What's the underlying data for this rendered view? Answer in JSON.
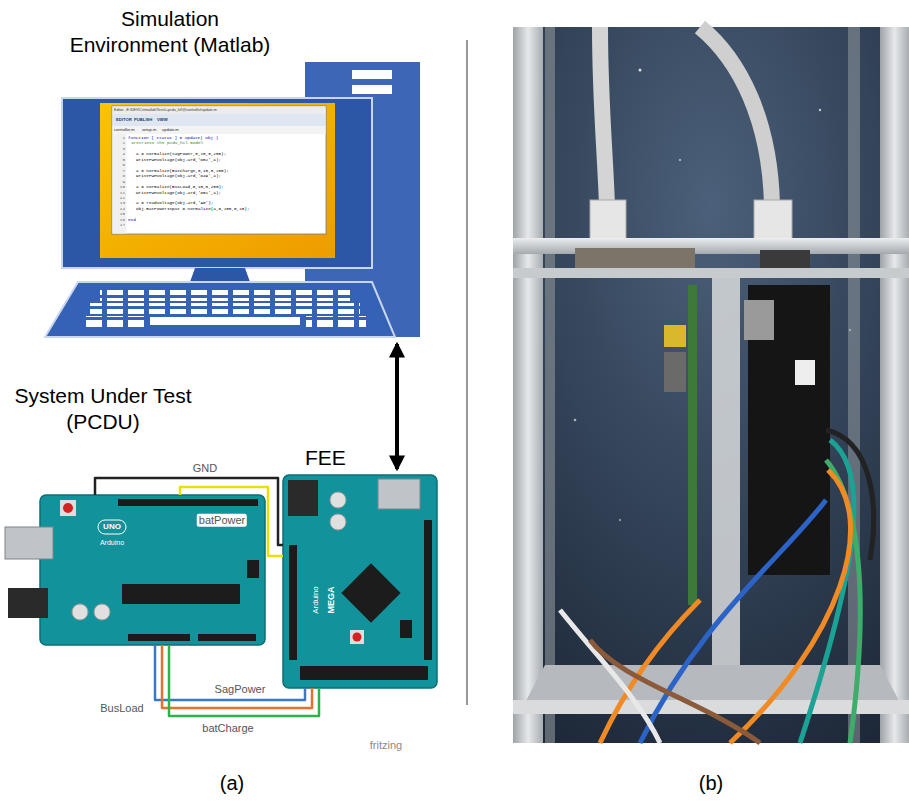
{
  "diagram": {
    "nodes": [
      {
        "text": [
          "Simulation Environment (Matlab)"
        ]
      },
      {
        "text": [
          "System Under Test (PCDU)"
        ]
      },
      {
        "text": [
          "FEE"
        ]
      }
    ],
    "edges": [
      {
        "from": 0,
        "to": 2,
        "arrow": "both"
      },
      {
        "from": 1,
        "to": 2,
        "label": "GND",
        "arrow": "none"
      },
      {
        "from": 1,
        "to": 2,
        "label": "batPower",
        "arrow": "none"
      },
      {
        "from": 1,
        "to": 2,
        "label": "SagPower",
        "arrow": "none"
      },
      {
        "from": 1,
        "to": 2,
        "label": "BusLoad",
        "arrow": "none"
      },
      {
        "from": 1,
        "to": 2,
        "label": "batCharge",
        "arrow": "none"
      }
    ],
    "labels": [
      "(a)",
      "(b)",
      "fritzing",
      "UNO",
      "Arduino",
      "Arduino",
      "MEGA",
      "Editor - E:\\DEV\\Cs\\matlab\\Tests\\+pcdu_hil\\@controller\\update.m",
      "EDITOR",
      "PUBLISH",
      "VIEW",
      "controller.m",
      "setup.m",
      "update.m",
      "1",
      "2",
      "3",
      "4",
      "5",
      "6",
      "7",
      "8",
      "9",
      "10",
      "11",
      "12",
      "13",
      "14",
      "15",
      "16",
      "17",
      "function [ status ] = update( obj )",
      "%retrieve the pcdu_hil model",
      "a = normalize(SagPower,0,15,0,255);",
      "writePWMVoltage(obj.ard,'D52',a);",
      "a = normalize(BatCharge,0,15,0,255);",
      "writePWMVoltage(obj.ard,'D49',a);",
      "a = normalize(BusLoad,0,15,0,255);",
      "writePWMVoltage(obj.ard,'D51',a);",
      "a = readVoltage(obj.ard,'A0');",
      "obj.BatPowerInput = normalize(a,0,255,0,15);",
      "end"
    ]
  }
}
